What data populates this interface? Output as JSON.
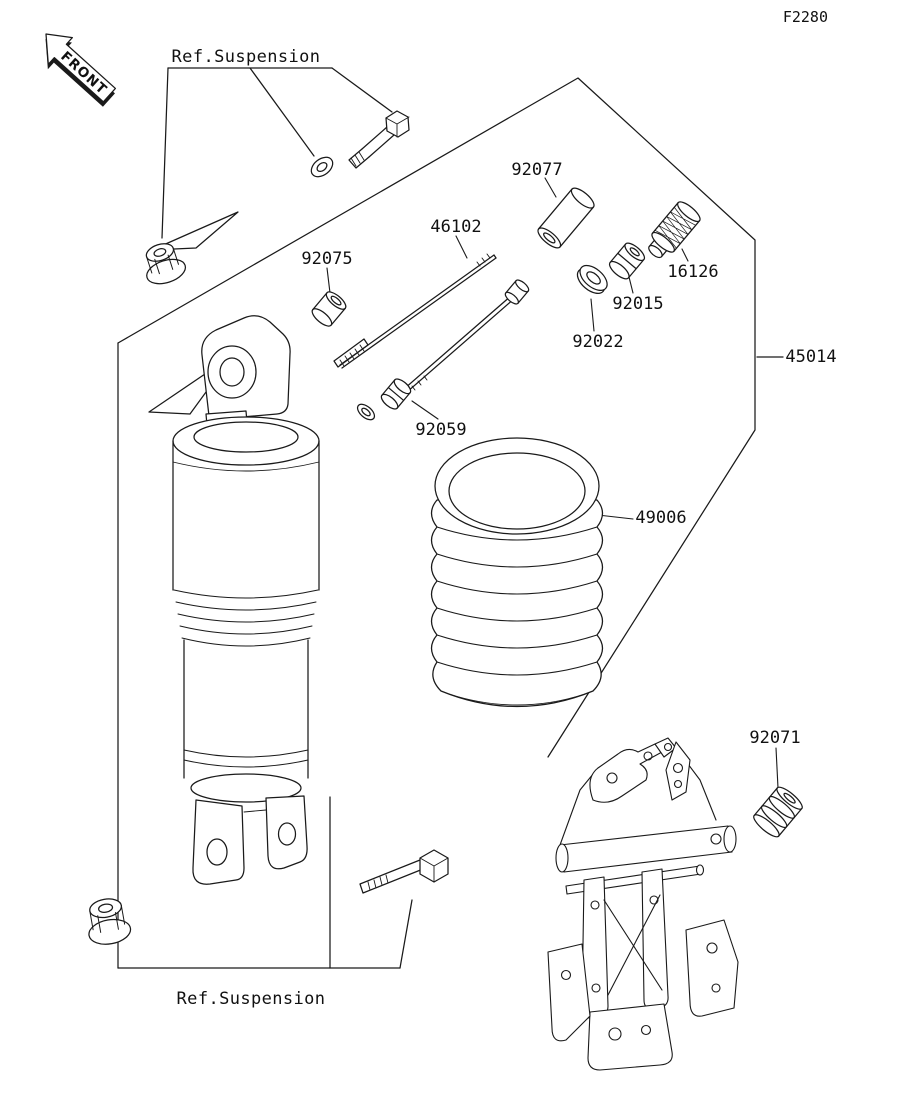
{
  "figure": {
    "code": "F2280",
    "front_label": "FRONT",
    "ref_suspension_top": "Ref.Suspension",
    "ref_suspension_bottom": "Ref.Suspension"
  },
  "parts": {
    "p45014": "45014",
    "p46102": "46102",
    "p49006": "49006",
    "p16126": "16126",
    "p92015": "92015",
    "p92022": "92022",
    "p92059": "92059",
    "p92071": "92071",
    "p92075": "92075",
    "p92077": "92077"
  },
  "colors": {
    "ink": "#1a1a1a",
    "background": "#ffffff"
  }
}
